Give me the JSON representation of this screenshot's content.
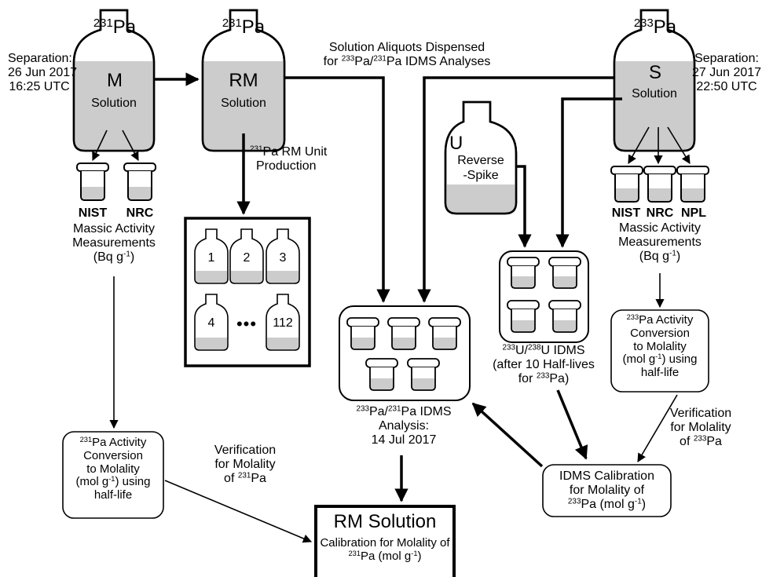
{
  "colors": {
    "stroke": "#000000",
    "liquid": "#cccccc",
    "background": "#ffffff"
  },
  "bottles": {
    "m": {
      "iso_mass": "231",
      "iso_symbol": "Pa",
      "letter": "M",
      "sub": "Solution"
    },
    "rm": {
      "iso_mass": "231",
      "iso_symbol": "Pa",
      "letter": "RM",
      "sub": "Solution"
    },
    "s": {
      "iso_mass": "233",
      "iso_symbol": "Pa",
      "letter": "S",
      "sub": "Solution"
    },
    "u": {
      "letter": "U",
      "line1": "Reverse",
      "line2": "-Spike"
    }
  },
  "separation_m": {
    "line1": "Separation:",
    "line2": "26 Jun 2017",
    "line3": "16:25 UTC"
  },
  "separation_s": {
    "line1": "Separation:",
    "line2": "27 Jun 2017",
    "line3": "22:50 UTC"
  },
  "aliquots": {
    "line1": "Solution Aliquots Dispensed",
    "line2_pre": "for ",
    "m1": "233",
    "mid": "Pa/",
    "m2": "231",
    "line2_post": "Pa IDMS Analyses"
  },
  "unit_production": {
    "m": "231",
    "line1_post": "Pa RM Unit",
    "line2": "Production"
  },
  "units": [
    "1",
    "2",
    "3",
    "4",
    "112"
  ],
  "units_ellipsis": "•••",
  "labs_m": [
    "NIST",
    "NRC"
  ],
  "labs_s": [
    "NIST",
    "NRC",
    "NPL"
  ],
  "massic_m": {
    "line1": "Massic Activity",
    "line2": "Measurements",
    "line3_pre": "(Bq g",
    "exp": "-1",
    "line3_post": ")"
  },
  "massic_s": {
    "line1": "Massic Activity",
    "line2": "Measurements",
    "line3_pre": "(Bq g",
    "exp": "-1",
    "line3_post": ")"
  },
  "conv_231": {
    "m": "231",
    "line1_post": "Pa Activity",
    "line2": "Conversion",
    "line3": "to Molality",
    "line4_pre": "(mol g",
    "exp": "-1",
    "line4_post": ") using",
    "line5": "half-life"
  },
  "conv_233": {
    "m": "233",
    "line1_post": "Pa Activity",
    "line2": "Conversion",
    "line3": "to Molality",
    "line4_pre": "(mol g",
    "exp": "-1",
    "line4_post": ") using",
    "line5": "half-life"
  },
  "u_idms": {
    "m1": "233",
    "mid": "U/",
    "m2": "238",
    "line1_post": "U IDMS",
    "line2": "(after 10 Half-lives",
    "line3_pre": "for ",
    "m3": "233",
    "line3_post": "Pa)"
  },
  "pa_idms": {
    "m1": "233",
    "mid": "Pa/",
    "m2": "231",
    "line1_post": "Pa IDMS",
    "line2": "Analysis:",
    "line3": "14 Jul 2017"
  },
  "verif_233": {
    "line1": "Verification",
    "line2": "for Molality",
    "line3_pre": "of ",
    "m": "233",
    "line3_post": "Pa"
  },
  "verif_231": {
    "line1": "Verification",
    "line2": "for Molality",
    "line3_pre": "of ",
    "m": "231",
    "line3_post": "Pa"
  },
  "idms_cal": {
    "line1": "IDMS Calibration",
    "line2": "for Molality of",
    "m": "233",
    "line3_mid": "Pa (mol g",
    "exp": "-1",
    "line3_post": ")"
  },
  "rm_solution": {
    "title": "RM Solution",
    "line2": "Calibration for Molality of",
    "m": "231",
    "line3_mid": "Pa (mol g",
    "exp": "-1",
    "line3_post": ")"
  }
}
